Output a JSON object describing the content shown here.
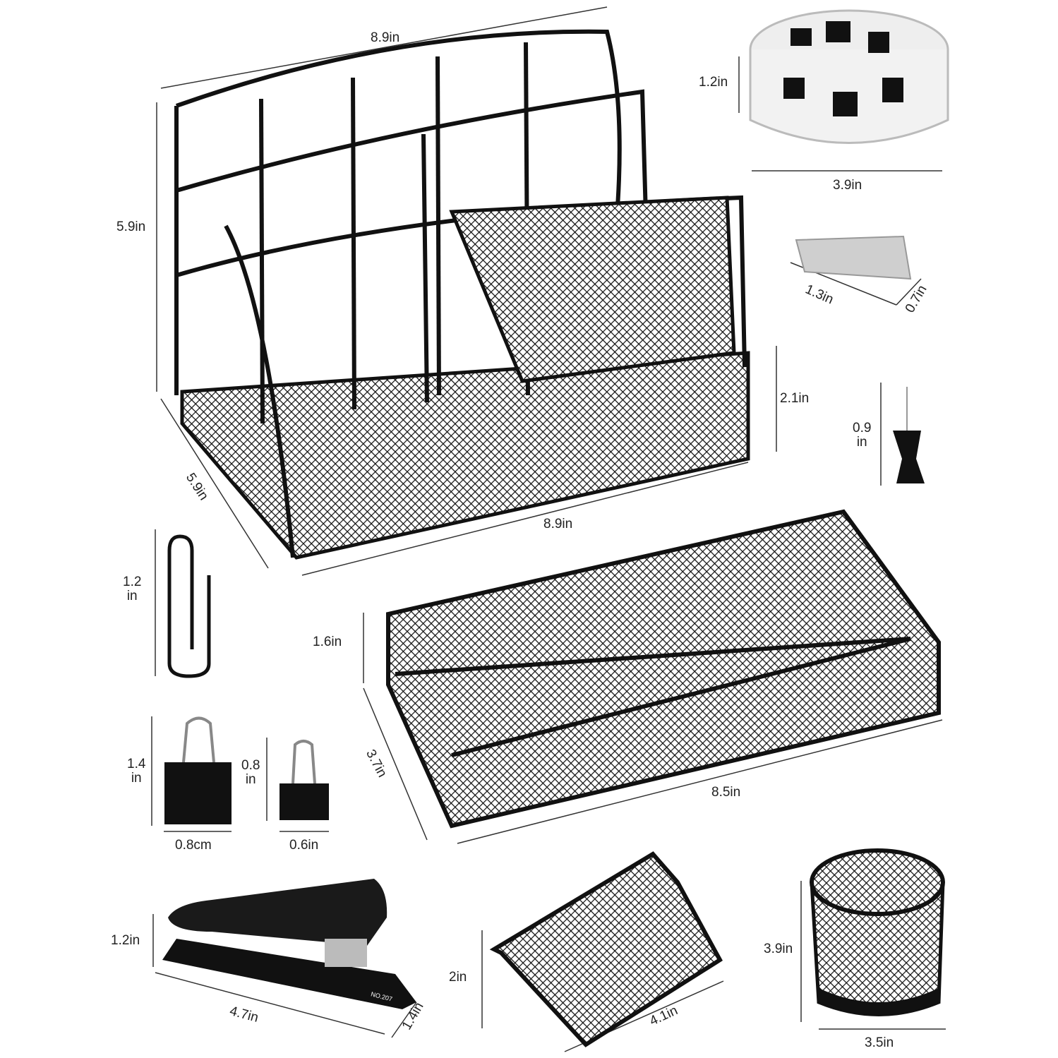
{
  "colors": {
    "product": "#111111",
    "dimension_line": "#333333",
    "background": "#ffffff",
    "clip_box": "#d9d9d9"
  },
  "items": [
    {
      "name": "desk-organizer",
      "width": "8.9in",
      "height": "5.9in",
      "depth": "5.9in",
      "base_width": "8.9in",
      "tray_height": "2.1in"
    },
    {
      "name": "clip-box",
      "height": "1.2in",
      "width": "3.9in"
    },
    {
      "name": "staples",
      "length": "1.3in",
      "width": "0.7in"
    },
    {
      "name": "push-pin",
      "height_line1": "0.9",
      "height_line2": "in"
    },
    {
      "name": "paper-clip",
      "height_line1": "1.2",
      "height_line2": "in"
    },
    {
      "name": "mesh-tray",
      "height": "1.6in",
      "depth": "3.7in",
      "width": "8.5in"
    },
    {
      "name": "large-binder-clip",
      "height_line1": "1.4",
      "height_line2": "in",
      "width": "0.8cm"
    },
    {
      "name": "small-binder-clip",
      "height_line1": "0.8",
      "height_line2": "in",
      "width": "0.6in"
    },
    {
      "name": "stapler",
      "height": "1.2in",
      "length": "4.7in",
      "width": "1.4in",
      "model_text": "NO.207"
    },
    {
      "name": "card-holder",
      "height": "2in",
      "width": "4.1in"
    },
    {
      "name": "pen-cup",
      "height": "3.9in",
      "diameter": "3.5in"
    }
  ]
}
